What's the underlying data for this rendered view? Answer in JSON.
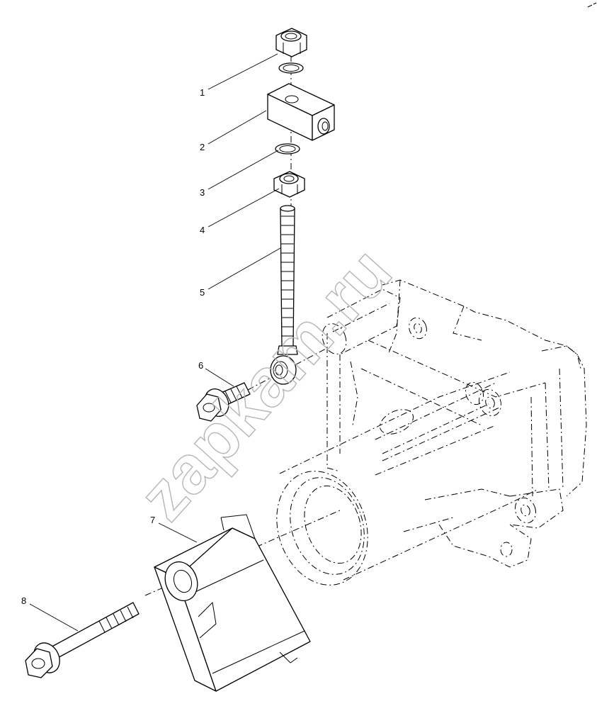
{
  "diagram": {
    "callouts": [
      {
        "id": "callout-1",
        "label": "1"
      },
      {
        "id": "callout-2",
        "label": "2"
      },
      {
        "id": "callout-3",
        "label": "3"
      },
      {
        "id": "callout-4",
        "label": "4"
      },
      {
        "id": "callout-5",
        "label": "5"
      },
      {
        "id": "callout-6",
        "label": "6"
      },
      {
        "id": "callout-7",
        "label": "7"
      },
      {
        "id": "callout-8",
        "label": "8"
      }
    ],
    "watermark": "zapkam.ru"
  }
}
